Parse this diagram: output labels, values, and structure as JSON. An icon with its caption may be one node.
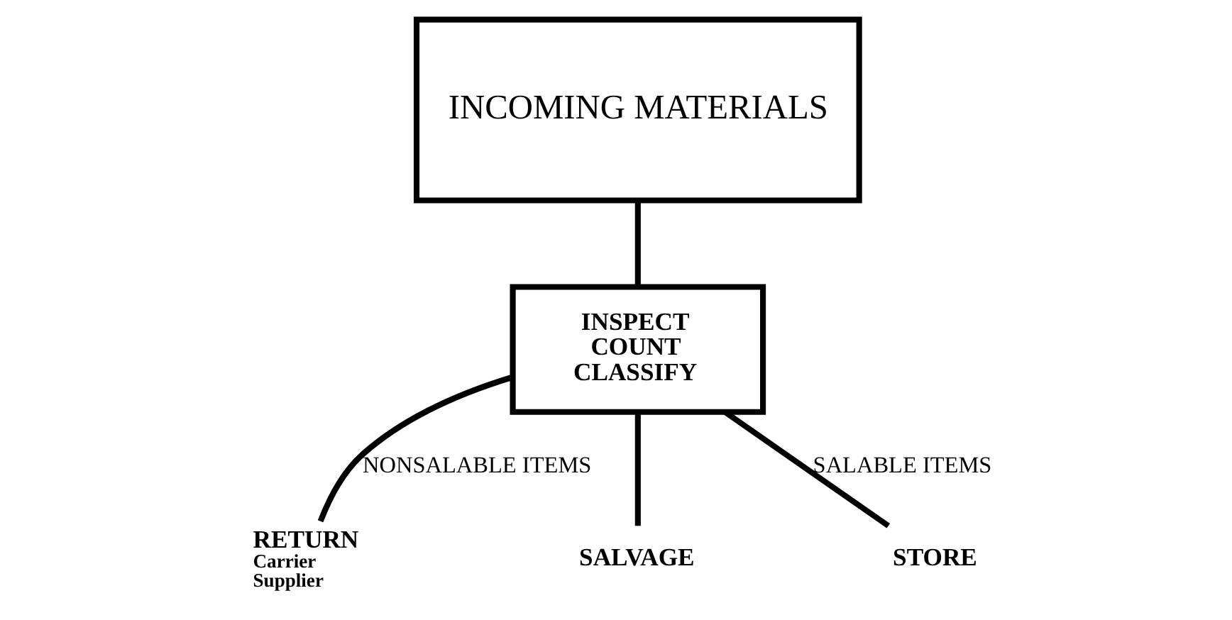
{
  "diagram": {
    "nodes": [
      {
        "text": [
          "INCOMING MATERIALS"
        ]
      },
      {
        "text": [
          "INSPECT COUNT CLASSIFY"
        ]
      },
      {
        "text": [
          "RETURN"
        ],
        "beside": [
          "Carrier",
          "Supplier"
        ]
      },
      {
        "text": [
          "SALVAGE"
        ]
      },
      {
        "text": [
          "STORE"
        ]
      }
    ],
    "edges": [
      {
        "from": 0,
        "to": 1,
        "arrow": "none"
      },
      {
        "from": 1,
        "to": 2,
        "arrow": "none",
        "label": "NONSALABLE ITEMS"
      },
      {
        "from": 1,
        "to": 3,
        "arrow": "none"
      },
      {
        "from": 1,
        "to": 4,
        "arrow": "none",
        "label": "SALABLE ITEMS"
      }
    ]
  }
}
